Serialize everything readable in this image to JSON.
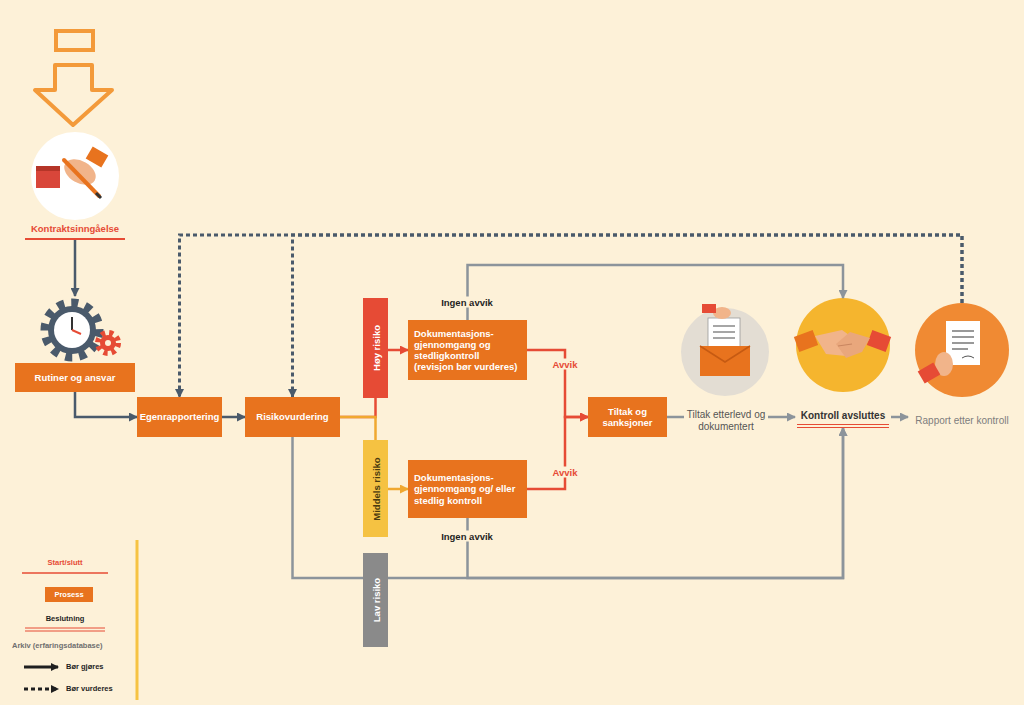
{
  "diagram": {
    "nodes": [
      {
        "text": [
          "Kontraktsinngåelse"
        ]
      },
      {
        "text": [
          "Rutiner og ansvar"
        ]
      },
      {
        "text": [
          "Egenrapportering"
        ]
      },
      {
        "text": [
          "Risikovurdering"
        ]
      },
      {
        "text": [
          "Høy risiko"
        ]
      },
      {
        "text": [
          "Dokumentasjons- gjennomgang og stedligkontroll (revisjon bør vurderes)"
        ]
      },
      {
        "text": [
          "Tiltak og sanksjoner"
        ]
      },
      {
        "text": [
          "Tiltak etterlevd og dokumentert"
        ]
      },
      {
        "text": [
          "Kontroll avsluttes"
        ]
      },
      {
        "text": [
          "Rapport etter kontroll"
        ]
      },
      {
        "text": [
          "Middels risiko"
        ]
      },
      {
        "text": [
          "Dokumentasjons- gjennomgang og/ eller stedlig kontroll"
        ]
      },
      {
        "text": [
          "Lav risiko"
        ]
      }
    ],
    "edges": [
      {
        "from": 0,
        "to": 1,
        "arrow": "to"
      },
      {
        "from": 1,
        "to": 2,
        "arrow": "to"
      },
      {
        "from": 2,
        "to": 3,
        "arrow": "to"
      },
      {
        "from": 3,
        "to": 4,
        "arrow": "none"
      },
      {
        "from": 3,
        "to": 10,
        "arrow": "none"
      },
      {
        "from": 3,
        "to": 12,
        "arrow": "none"
      },
      {
        "from": 4,
        "to": 5,
        "arrow": "to"
      },
      {
        "from": 10,
        "to": 11,
        "arrow": "to"
      },
      {
        "from": 5,
        "to": 8,
        "label": "Ingen avvik",
        "arrow": "to"
      },
      {
        "from": 11,
        "to": 8,
        "label": "Ingen avvik",
        "arrow": "to"
      },
      {
        "from": 5,
        "to": 6,
        "label": "Avvik",
        "arrow": "to"
      },
      {
        "from": 11,
        "to": 6,
        "label": "Avvik",
        "arrow": "to"
      },
      {
        "from": 6,
        "to": 7,
        "arrow": "none"
      },
      {
        "from": 7,
        "to": 8,
        "arrow": "to"
      },
      {
        "from": 8,
        "to": 9,
        "arrow": "to"
      },
      {
        "from": 9,
        "to": 2,
        "arrow": "to"
      },
      {
        "from": 9,
        "to": 3,
        "arrow": "to"
      },
      {
        "from": 12,
        "to": 8,
        "arrow": "to"
      }
    ],
    "legend": [
      {
        "text": "Start/slutt"
      },
      {
        "text": "Prosess",
        "color": "#e8731e"
      },
      {
        "text": "Beslutning"
      },
      {
        "text": "Arkiv (erfaringsdatabase)"
      },
      {
        "text": "Bør gjøres"
      },
      {
        "text": "Bør vurderes"
      }
    ]
  }
}
